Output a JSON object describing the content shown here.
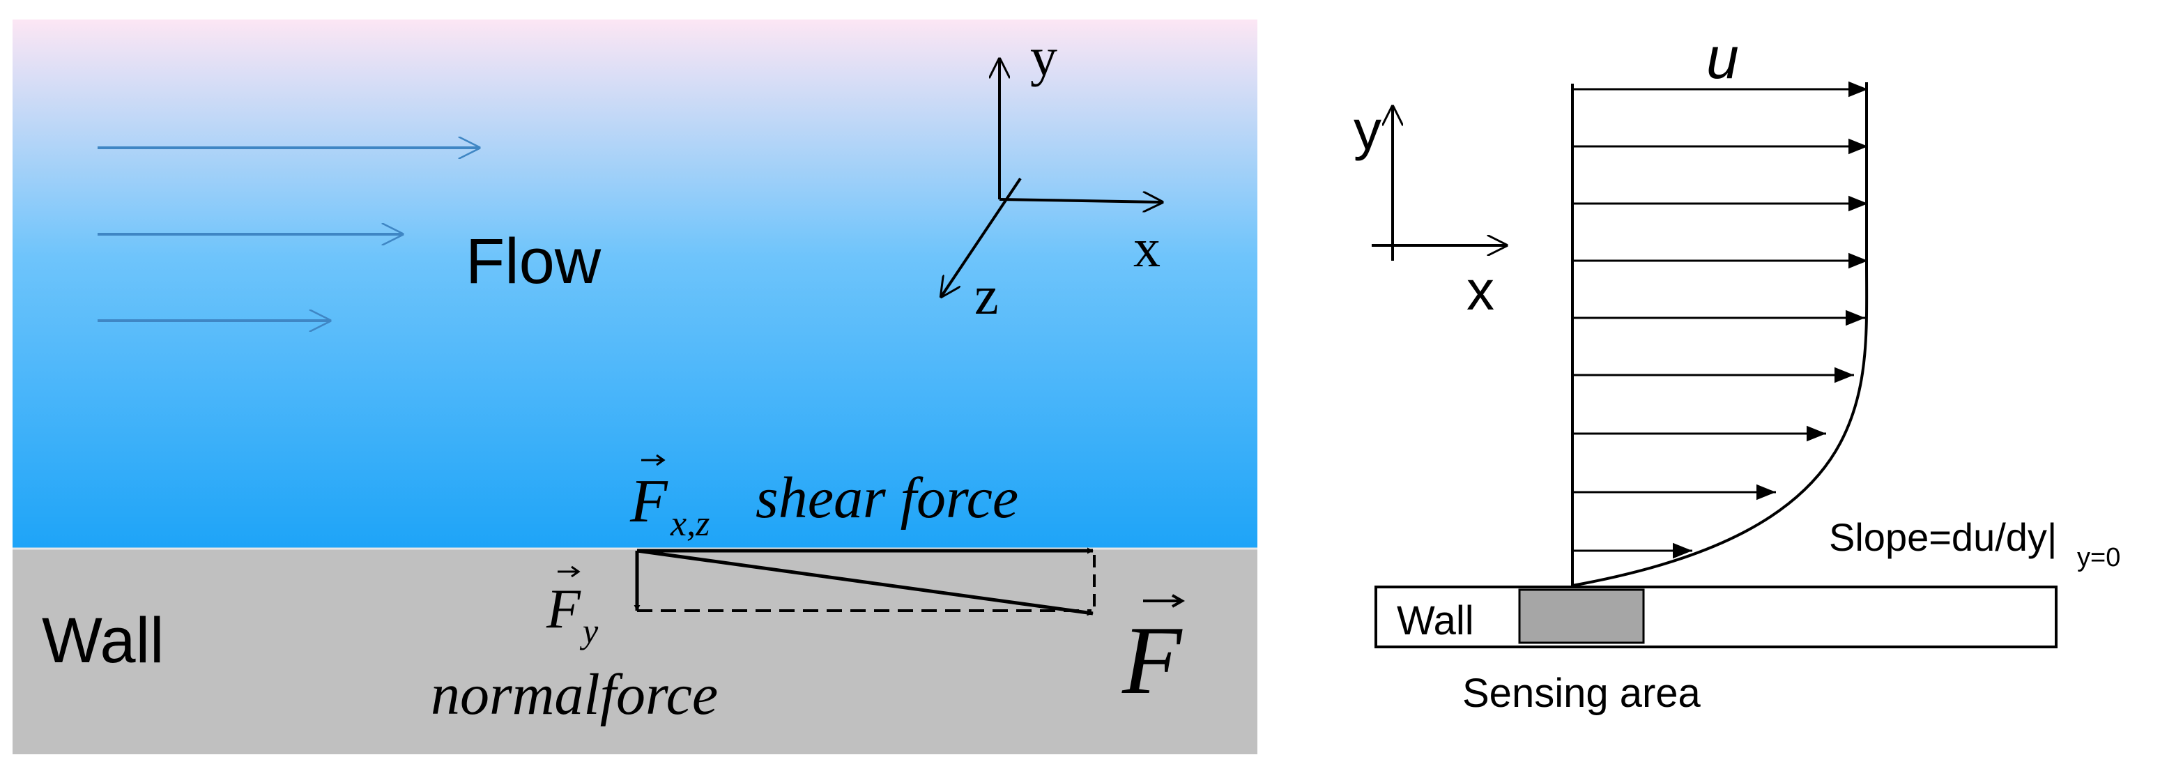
{
  "left_panel": {
    "flow_label": "Flow",
    "wall_label": "Wall",
    "axes": {
      "x": "x",
      "y": "y",
      "z": "z"
    },
    "shear_force_symbol": "F",
    "shear_force_subscript": "x,z",
    "shear_force_label": "shear force",
    "normal_force_symbol": "F",
    "normal_force_subscript": "y",
    "normal_force_label": "normalforce",
    "resultant_force_symbol": "F",
    "colors": {
      "flow_top": "#fce6f4",
      "flow_mid": "#6ec4fb",
      "flow_bottom": "#1ea4f8",
      "wall": "#c0c0c0",
      "flow_arrow": "#3f86c4"
    }
  },
  "right_panel": {
    "velocity_label": "u",
    "axes": {
      "x": "x",
      "y": "y"
    },
    "slope_label": "Slope=du/dy|",
    "slope_subscript": "y=0",
    "wall_label": "Wall",
    "sensing_area_label": "Sensing area",
    "colors": {
      "sensing_area": "#a6a6a6"
    }
  }
}
